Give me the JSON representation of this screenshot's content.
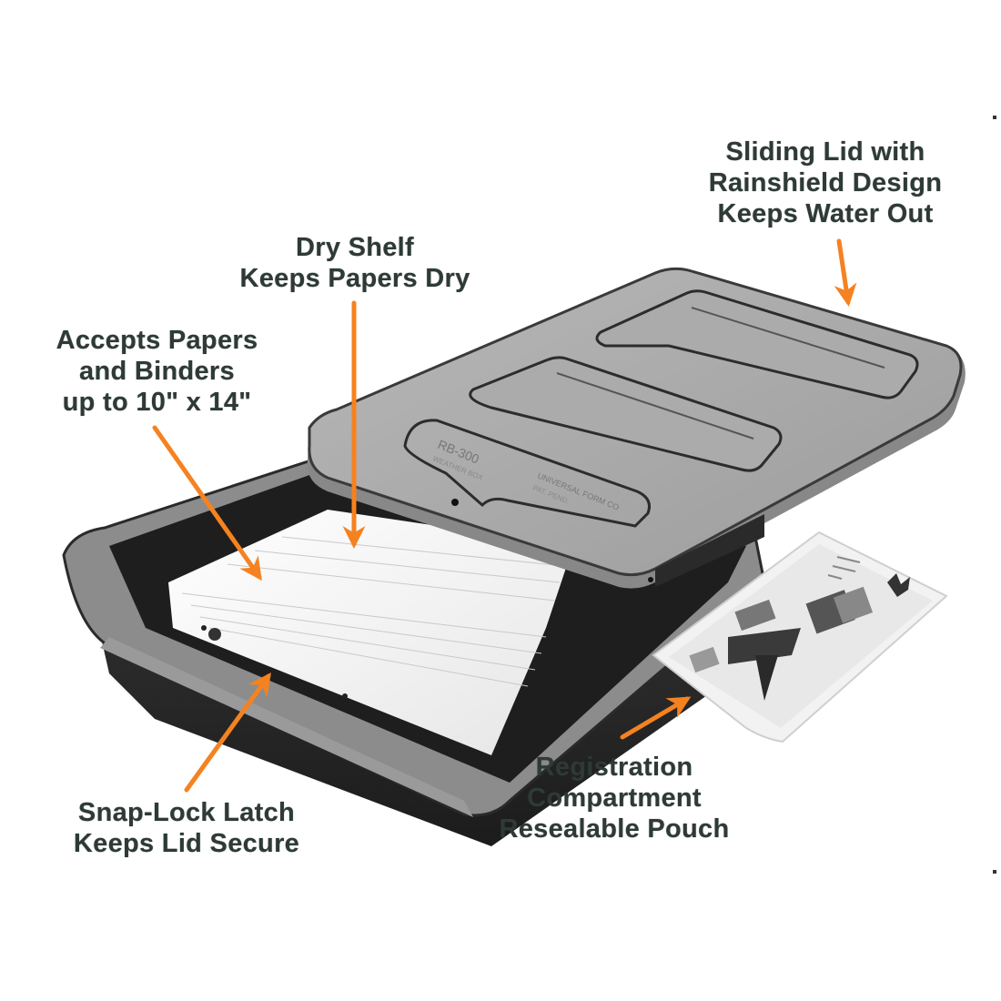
{
  "callouts": {
    "sliding_lid": {
      "lines": [
        "Sliding Lid with",
        "Rainshield Design",
        "Keeps Water Out"
      ]
    },
    "dry_shelf": {
      "lines": [
        "Dry Shelf",
        "Keeps Papers Dry"
      ]
    },
    "accepts_papers": {
      "lines": [
        "Accepts Papers",
        "and Binders",
        "up to 10\" x 14\""
      ]
    },
    "snap_lock": {
      "lines": [
        "Snap-Lock Latch",
        "Keeps Lid Secure"
      ]
    },
    "registration": {
      "lines": [
        "Registration",
        "Compartment",
        "Resealable Pouch"
      ]
    }
  },
  "lid_embossing": {
    "model": "RB-300",
    "sub": "WEATHER BOX",
    "maker": "UNIVERSAL FORM CO",
    "maker_sub": "PAT. PEND."
  },
  "colors": {
    "arrow": "#f58220",
    "text": "#2e3a36",
    "lid": "#a9a9a9",
    "tray_dark": "#2b2b2b"
  }
}
